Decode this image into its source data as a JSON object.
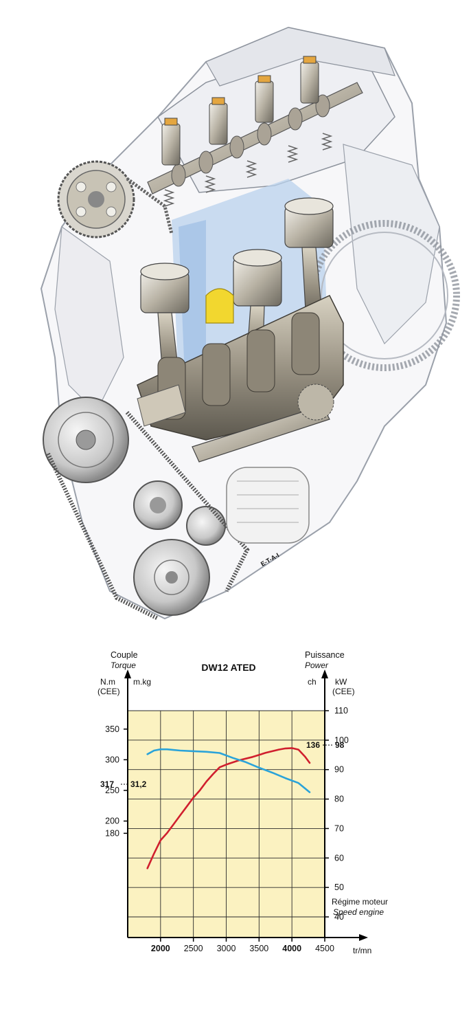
{
  "illustration": {
    "signature": "E-T-A-I"
  },
  "chart_data": {
    "type": "line",
    "title": "DW12 ATED",
    "left_axis": {
      "label_fr": "Couple",
      "label_en": "Torque",
      "unit_nm": "N.m",
      "unit_cee": "(CEE)",
      "unit_mkg": "m.kg",
      "ticks_nm": [
        180,
        200,
        250,
        300,
        350
      ],
      "marked_nm": 317,
      "marked_mkg": "31,2",
      "ylim_nm": [
        10,
        380
      ]
    },
    "right_axis": {
      "label_fr": "Puissance",
      "label_en": "Power",
      "unit_ch": "ch",
      "unit_kw": "kW",
      "unit_cee": "(CEE)",
      "ticks_kw": [
        40,
        50,
        60,
        70,
        80,
        90,
        100,
        110
      ],
      "marked_kw": 98,
      "marked_ch": "136",
      "ylim_kw": [
        33,
        110
      ]
    },
    "x_axis": {
      "label_fr": "Régime moteur",
      "label_en": "Speed engine",
      "unit": "tr/mn",
      "ticks": [
        2000,
        2500,
        3000,
        3500,
        4000,
        4500
      ],
      "bold_ticks": [
        2000,
        4000
      ],
      "xlim": [
        1500,
        4500
      ]
    },
    "grid": true,
    "background": "#fbf2c1",
    "series": [
      {
        "name": "Puissance",
        "axis": "right",
        "color": "#d01f2e",
        "x": [
          1800,
          1900,
          2000,
          2100,
          2200,
          2300,
          2400,
          2500,
          2600,
          2700,
          2800,
          2900,
          3000,
          3200,
          3400,
          3600,
          3800,
          3900,
          4000,
          4100,
          4200,
          4270
        ],
        "y": [
          56.5,
          61.5,
          66,
          68.5,
          71.5,
          74.5,
          77.5,
          80.5,
          83,
          86,
          88.5,
          90.8,
          91.7,
          93.2,
          94.3,
          95.7,
          96.8,
          97.2,
          97.3,
          96.8,
          94.4,
          92.3
        ]
      },
      {
        "name": "Couple",
        "axis": "left",
        "color": "#2aa3d9",
        "x": [
          1800,
          1900,
          2000,
          2100,
          2300,
          2500,
          2700,
          2900,
          3100,
          3300,
          3500,
          3700,
          3900,
          4100,
          4270
        ],
        "y": [
          309,
          315,
          317,
          317,
          315,
          314,
          313,
          311,
          303,
          296,
          287,
          279,
          270,
          262,
          247
        ]
      }
    ]
  }
}
